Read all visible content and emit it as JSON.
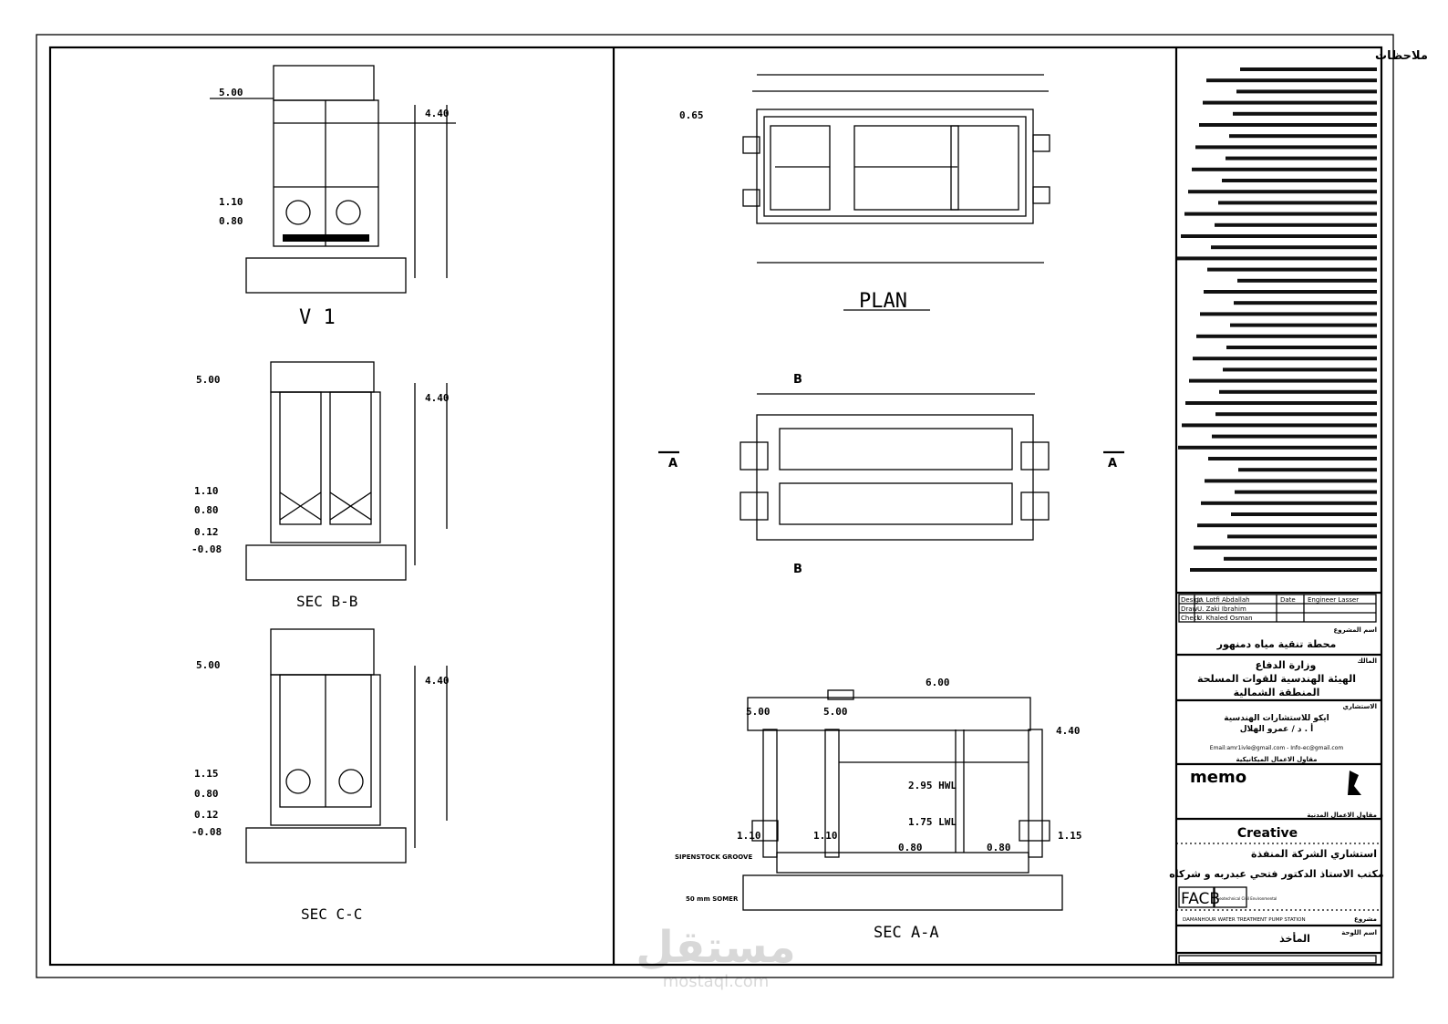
{
  "views": {
    "v1": {
      "title": "V 1",
      "levels": [
        "5.00",
        "4.40",
        "1.10",
        "0.80"
      ]
    },
    "sec_bb": {
      "title": "SEC B-B",
      "levels": [
        "5.00",
        "4.40",
        "1.10",
        "0.80",
        "0.12",
        "-0.08"
      ]
    },
    "sec_cc": {
      "title": "SEC C-C",
      "levels": [
        "5.00",
        "4.40",
        "1.15",
        "0.80",
        "0.12",
        "-0.08"
      ]
    },
    "plan": {
      "title": "PLAN",
      "levels": [
        "0.65"
      ]
    },
    "section_plan": {
      "marks": [
        "A",
        "A",
        "B",
        "B"
      ]
    },
    "sec_aa": {
      "title": "SEC A-A",
      "levels": [
        "6.00",
        "5.00",
        "5.00",
        "4.40",
        "2.95 HWL",
        "1.75 LWL",
        "1.10",
        "1.10",
        "1.15",
        "0.80",
        "0.80"
      ],
      "notes": [
        "SIPENSTOCK GROOVE",
        "50 mm SOMER"
      ]
    }
  },
  "notes": {
    "title": "ملاحظات"
  },
  "title_block": {
    "revisions": [
      {
        "role": "Design",
        "name": "U. Lotfi Abdallah"
      },
      {
        "role": "Draw",
        "name": "U. Zaki Ibrahim"
      },
      {
        "role": "Check",
        "name": "U. Khaled Osman"
      }
    ],
    "date_label": "Date",
    "engineer": "Engineer Lasser",
    "project_label": "اسم المشروع",
    "project": "محطة تنقية مياه دمنهور",
    "owner_label": "المالك",
    "owner": [
      "وزارة الدفاع",
      "الهيئة الهندسية للقوات المسلحة",
      "المنطقة الشمالية"
    ],
    "consultant_label": "الاستشاري",
    "consultant": [
      "ايكو للاستشارات الهندسية",
      "أ . د / عمرو الهلال"
    ],
    "consultant_email": "Email:amr1ivle@gmail.com - Info-ec@gmail.com",
    "mech_label": "مقاول الاعمال الميكانيكية",
    "mech_logo": "memo",
    "civil_label": "مقاول الاعمال المدنية",
    "civil": "Creative",
    "exec_consultant_label": "استشاري الشركة المنفذة",
    "exec_consultant": "مكتب الاستاذ الدكتور فتحي عبدربه و شركاه",
    "facb": "FACB",
    "facb_sub": "Geotechnical Civil Environmental",
    "proj_en_label": "مشروع",
    "proj_en": "DAMANHOUR WATER TREATMENT PUMP STATION",
    "sheet_label": "اسم اللوحة",
    "sheet": "المأخذ"
  },
  "watermark": {
    "ar": "مستقل",
    "en": "mostaql.com"
  }
}
